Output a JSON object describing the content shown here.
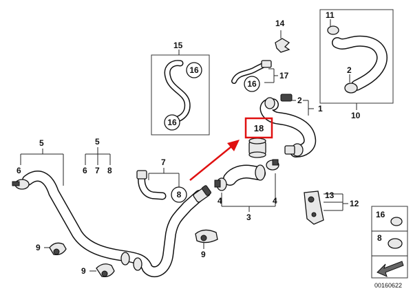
{
  "labels": {
    "n1": "1",
    "n2": "2",
    "n2b": "2",
    "n3": "3",
    "n4a": "4",
    "n4b": "4",
    "n5a": "5",
    "n5b": "5",
    "n6a": "6",
    "n6b": "6",
    "n7a": "7",
    "n7b": "7",
    "n8a": "8",
    "n8b": "8",
    "n8c": "8",
    "n9a": "9",
    "n9b": "9",
    "n9c": "9",
    "n10": "10",
    "n11": "11",
    "n12": "12",
    "n13": "13",
    "n14": "14",
    "n15": "15",
    "n16a": "16",
    "n16b": "16",
    "n16c": "16",
    "n16d": "16",
    "n17": "17",
    "n18": "18"
  },
  "diagram_code": "00160622",
  "colors": {
    "highlight": "#e01010",
    "ink": "#111111"
  }
}
